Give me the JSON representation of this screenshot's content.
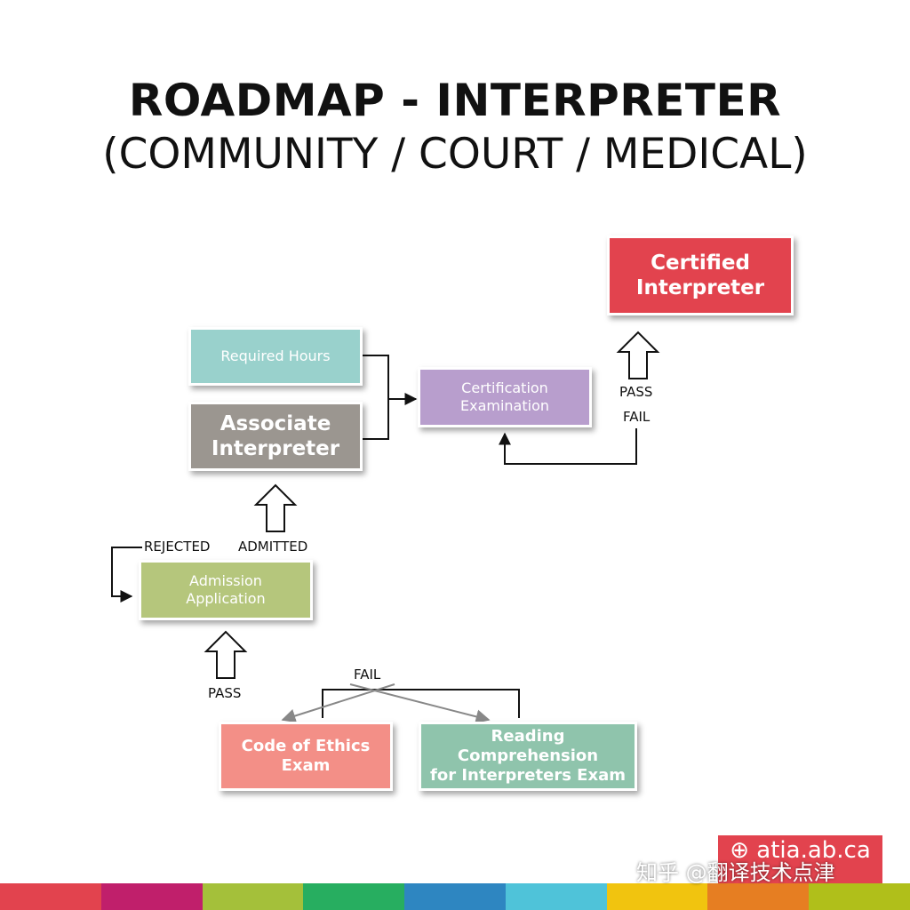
{
  "title": "ROADMAP - INTERPRETER",
  "subtitle": "(COMMUNITY / COURT / MEDICAL)",
  "nodes": {
    "certified": {
      "line1": "Certified",
      "line2": "Interpreter",
      "color": "#e2434e"
    },
    "required_hours": {
      "label": "Required Hours",
      "color": "#99d1cc"
    },
    "associate": {
      "line1": "Associate",
      "line2": "Interpreter",
      "color": "#9b9690"
    },
    "certification_exam": {
      "line1": "Certification",
      "line2": "Examination",
      "color": "#b89ecd"
    },
    "admission": {
      "line1": "Admission",
      "line2": "Application",
      "color": "#b5c67c"
    },
    "ethics": {
      "line1": "Code of Ethics",
      "line2": "Exam",
      "color": "#f38f87"
    },
    "reading": {
      "line1": "Reading Comprehension",
      "line2": "for Interpreters Exam",
      "color": "#8fc4ac"
    }
  },
  "edge_labels": {
    "pass_top": "PASS",
    "fail_top": "FAIL",
    "rejected": "REJECTED",
    "admitted": "ADMITTED",
    "pass_bottom": "PASS",
    "fail_bottom": "FAIL"
  },
  "footer": {
    "site": "⊕ atia.ab.ca",
    "watermark": "知乎 @翻译技术点津",
    "stripe_colors": [
      "#e2434e",
      "#c01f6b",
      "#a4c03a",
      "#27ae60",
      "#2e86c1",
      "#4fc3d9",
      "#f1c40f",
      "#e67e22",
      "#b0bf1a"
    ]
  }
}
